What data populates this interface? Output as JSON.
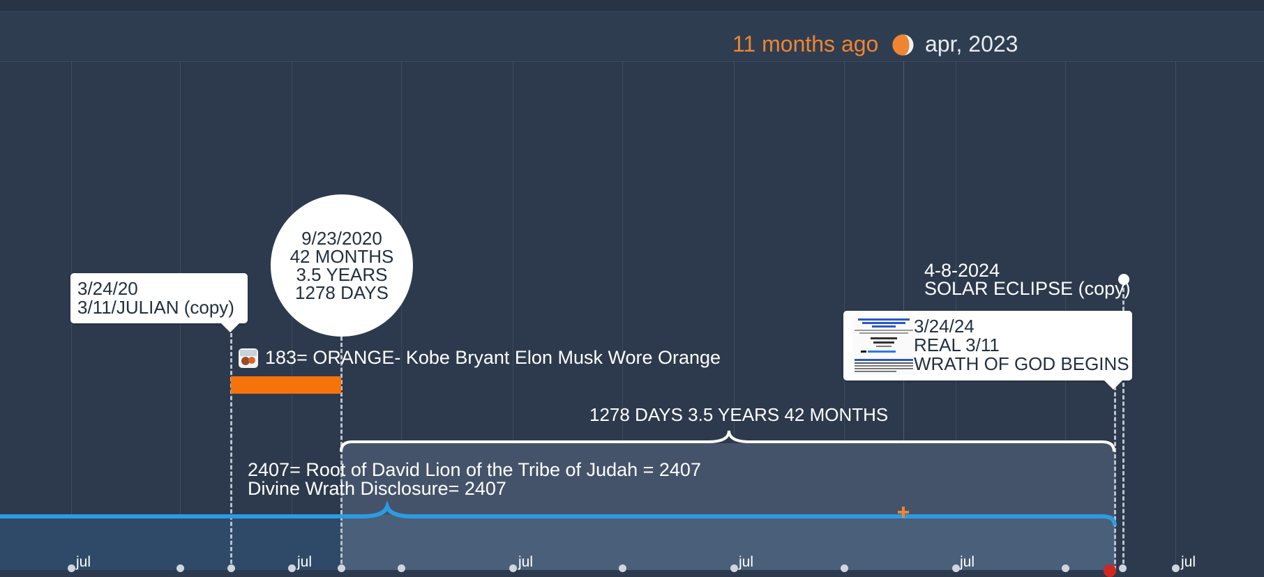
{
  "header": {
    "relative_time": "11 months ago",
    "current_date": "apr, 2023"
  },
  "events": {
    "julian": {
      "line1": "3/24/20",
      "line2": "3/11/JULIAN (copy)"
    },
    "bubble": {
      "line1": "9/23/2020",
      "line2": "42 MONTHS",
      "line3": "3.5 YEARS",
      "line4": "1278 DAYS"
    },
    "orange": {
      "title": "183= ORANGE- Kobe Bryant Elon Musk Wore Orange"
    },
    "eclipse": {
      "line1": "4-8-2024",
      "line2": "SOLAR ECLIPSE (copy)"
    },
    "wrath": {
      "line1": "3/24/24",
      "line2": "REAL 3/11",
      "line3": "WRATH OF GOD BEGINS"
    }
  },
  "span": {
    "label": "1278 DAYS 3.5 YEARS 42 MONTHS",
    "note_line1": "2407= Root of David Lion of the Tribe of Judah = 2407",
    "note_line2": "Divine Wrath Disclosure= 2407"
  },
  "axis": {
    "ticks": [
      "jul",
      "jul",
      "jul",
      "jul",
      "jul",
      "jul"
    ]
  },
  "colors": {
    "background": "#2d3a4d",
    "accent_orange": "#f5730b",
    "timeline_blue": "#2d9be3",
    "now_marker": "#ef8531"
  }
}
